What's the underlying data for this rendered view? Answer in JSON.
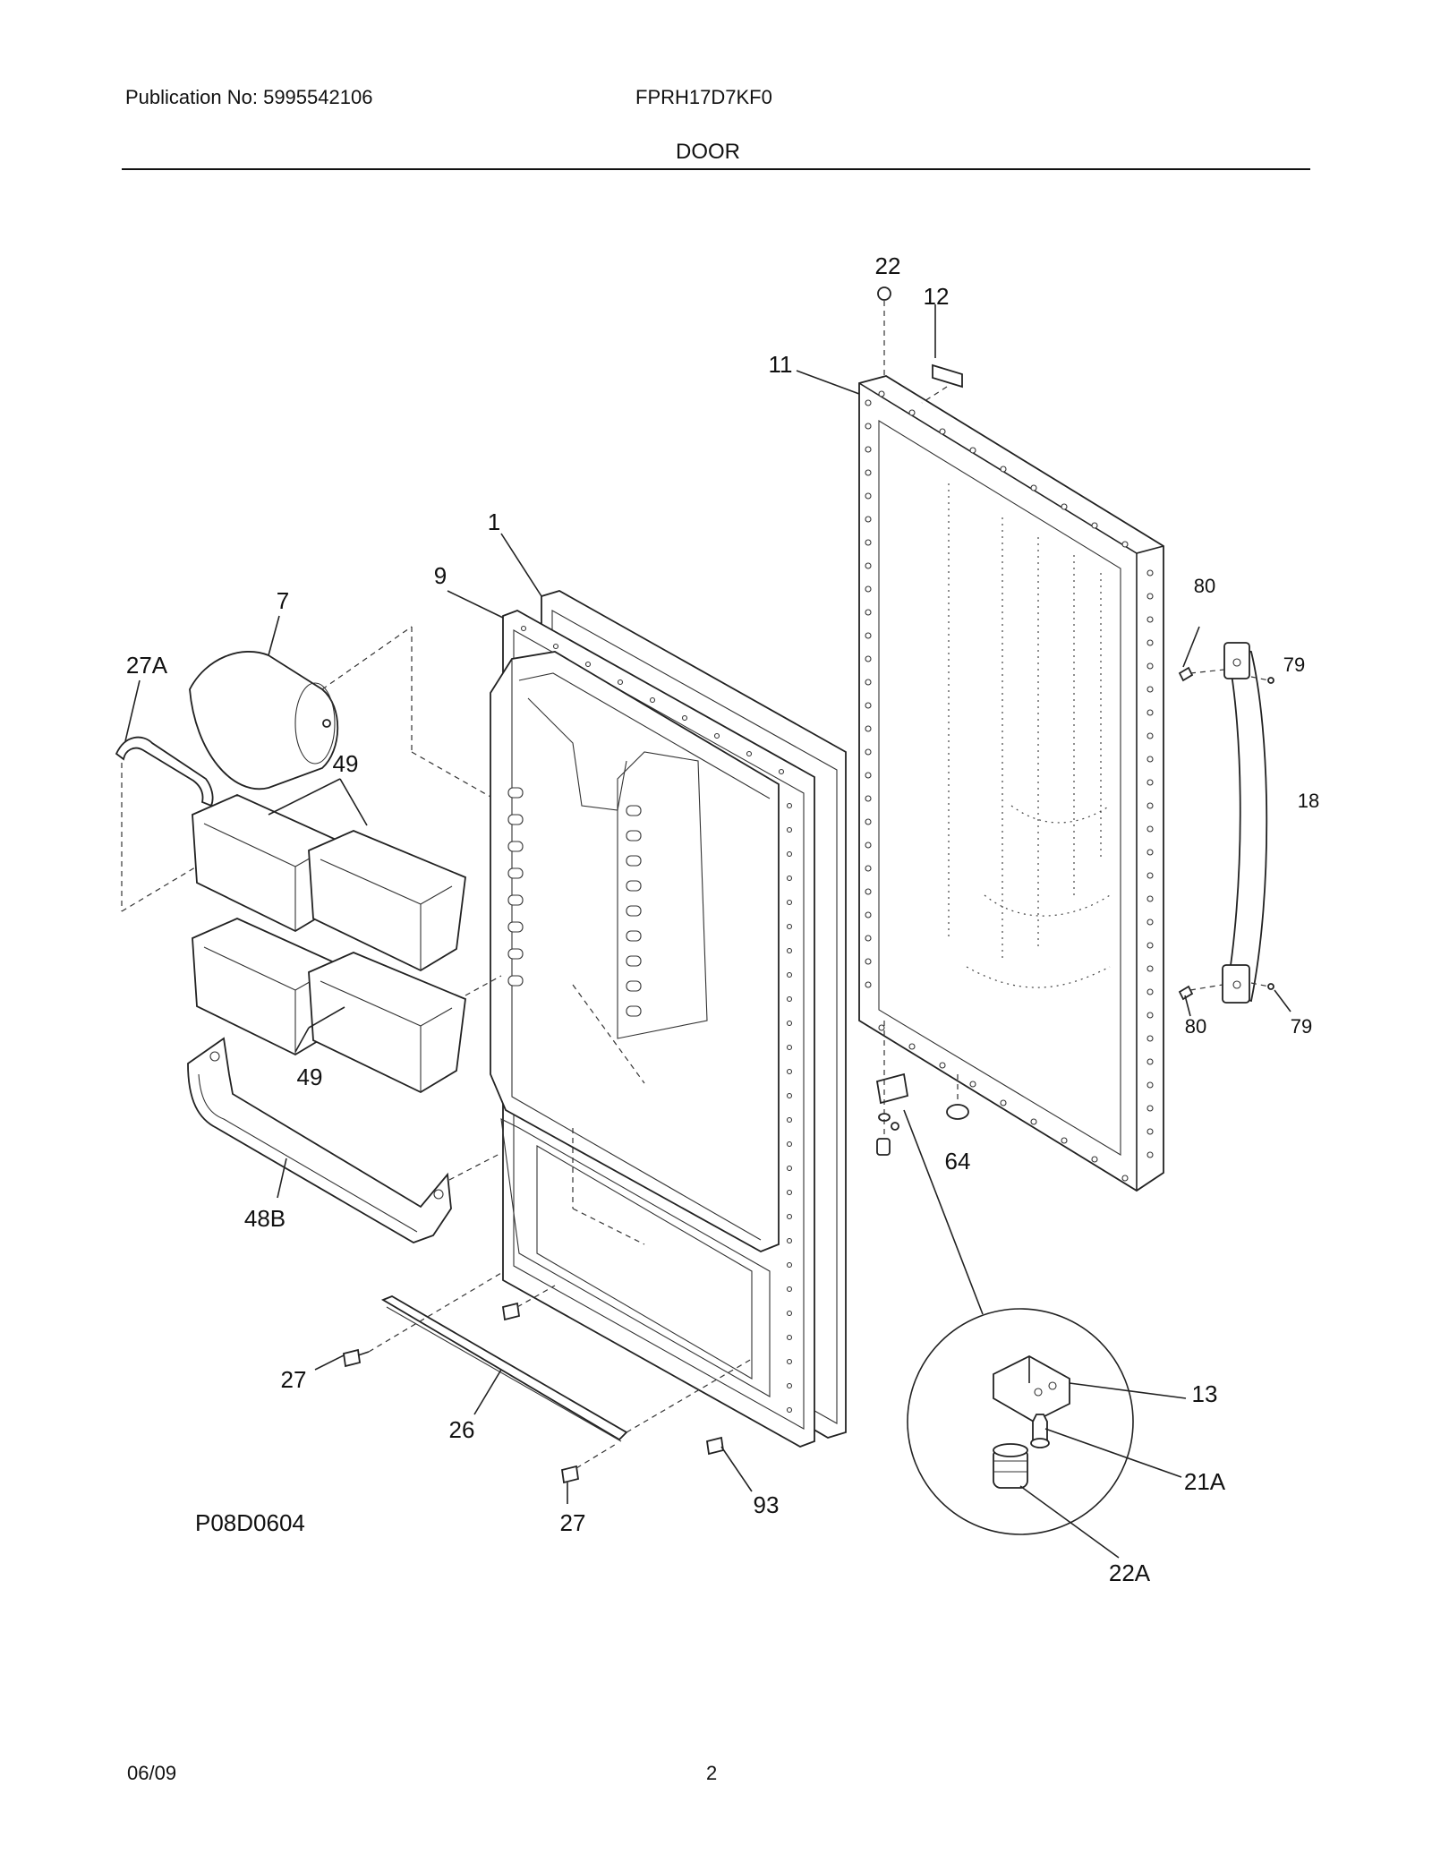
{
  "header": {
    "publication": "Publication No: 5995542106",
    "model": "FPRH17D7KF0",
    "section": "DOOR"
  },
  "footer": {
    "date": "06/09",
    "page": "2"
  },
  "diagram": {
    "code": "P08D0604",
    "callouts": {
      "c22": "22",
      "c12": "12",
      "c11": "11",
      "c1": "1",
      "c9": "9",
      "c7": "7",
      "c27a": "27A",
      "c49_top": "49",
      "c49_bottom": "49",
      "c80_top": "80",
      "c79_top": "79",
      "c18": "18",
      "c80_bottom": "80",
      "c79_bottom": "79",
      "c64": "64",
      "c48b": "48B",
      "c27_left": "27",
      "c26": "26",
      "c27_bottom": "27",
      "c93": "93",
      "c13": "13",
      "c21a": "21A",
      "c22a": "22A"
    }
  }
}
